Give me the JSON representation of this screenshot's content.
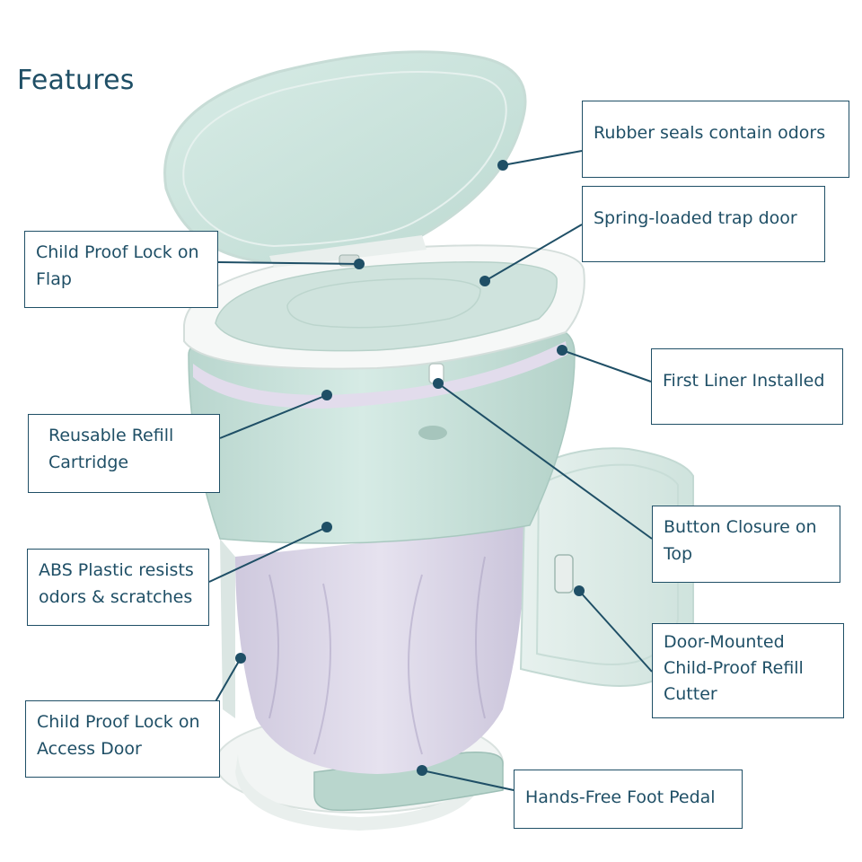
{
  "heading": "Features",
  "colors": {
    "accent": "#1f4f66",
    "body": "#cfe6df",
    "rim": "#f4f7f6",
    "bag": "#d9d3e6"
  },
  "callouts": [
    {
      "id": "rubber-seals",
      "lines": [
        "Rubber seals contain odors"
      ]
    },
    {
      "id": "trap-door",
      "lines": [
        "Spring-loaded trap door"
      ]
    },
    {
      "id": "lock-flap",
      "lines": [
        "Child Proof Lock on",
        "Flap"
      ]
    },
    {
      "id": "first-liner",
      "lines": [
        "First Liner Installed"
      ]
    },
    {
      "id": "refill-cartridge",
      "lines": [
        "Reusable Refill",
        "Cartridge"
      ]
    },
    {
      "id": "button-closure",
      "lines": [
        "Button Closure on",
        "Top"
      ]
    },
    {
      "id": "abs-plastic",
      "lines": [
        "ABS Plastic resists",
        "odors & scratches"
      ]
    },
    {
      "id": "refill-cutter",
      "lines": [
        "Door-Mounted",
        "Child-Proof Refill",
        "Cutter"
      ]
    },
    {
      "id": "lock-access-door",
      "lines": [
        "Child Proof Lock on",
        "Access Door"
      ]
    },
    {
      "id": "foot-pedal",
      "lines": [
        "Hands-Free Foot Pedal"
      ]
    }
  ]
}
